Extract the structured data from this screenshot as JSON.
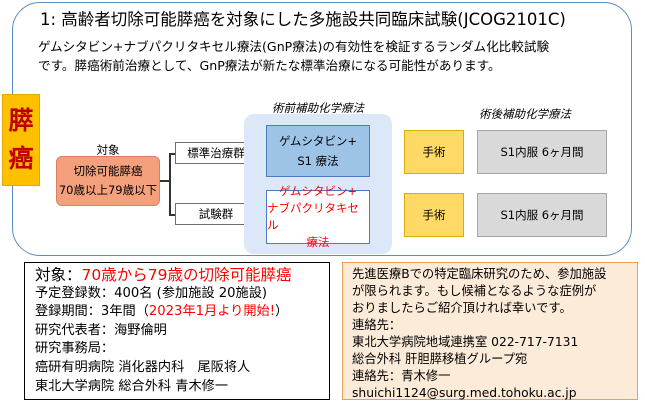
{
  "header": {
    "title": "1: 高齢者切除可能膵癌を対象にした多施設共同臨床試験(JCOG2101C)",
    "desc_line1": "ゲムシタビン+ナブパクリタキセル療法(GnP療法)の有効性を検証するランダム化比較試験",
    "desc_line2": "です。膵癌術前治療として、GnP療法が新たな標準治療になる可能性があります。"
  },
  "tag": {
    "char1": "膵",
    "char2": "癌"
  },
  "diagram": {
    "target_label": "対象",
    "target_line1": "切除可能膵癌",
    "target_line2": "70歳以上79歳以下",
    "arm_standard": "標準治療群",
    "arm_experimental": "試験群",
    "neo_label": "術前補助化学療法",
    "adj_label": "術後補助化学療法",
    "neo_std_line1": "ゲムシタビン+",
    "neo_std_line2": "S1 療法",
    "neo_exp_line1": "ゲムシタビン+",
    "neo_exp_line2": "ナブパクリタキセル",
    "neo_exp_line3": "療法",
    "surgery": "手術",
    "adjuvant": "S1内服 6ヶ月間"
  },
  "info_left": {
    "target_prefix": "対象：",
    "target_value": "70歳から79歳の切除可能膵癌",
    "enrollment": "予定登録数：400名 (参加施設 20施設)",
    "period_prefix": "登録期間：3年間（",
    "period_highlight": "2023年1月より開始!",
    "period_suffix": "）",
    "representative": "研究代表者：海野倫明",
    "office_label": "研究事務局：",
    "office1": "癌研有明病院 消化器内科　尾阪将人",
    "office2": "東北大学病院 総合外科 青木修一"
  },
  "info_right": {
    "line1": "先進医療Bでの特定臨床研究のため、参加施設",
    "line2": "が限られます。もし候補となるような症例が",
    "line3": "おりましたらご紹介頂ければ幸いです。",
    "contact_label": "連絡先：",
    "contact_org": "東北大学病院地域連携室 022-717-7131",
    "contact_dept": "総合外科 肝胆膵移植グループ宛",
    "contact_label2": "連絡先：青木修一",
    "email": "shuichi1124@surg.med.tohoku.ac.jp"
  },
  "colors": {
    "card_border": "#5b8bc9",
    "tag_bg": "#ffc000",
    "tag_text": "#c00000",
    "target_bg": "#f4a07c",
    "neo_panel_bg": "#dce8f7",
    "neo_std_bg": "#9dc3e6",
    "surgery_bg": "#ffd966",
    "adjuvant_bg": "#d9d9d9",
    "highlight_red": "#ff0000",
    "contact_bg": "#fdebd9",
    "contact_border": "#f0a050"
  }
}
